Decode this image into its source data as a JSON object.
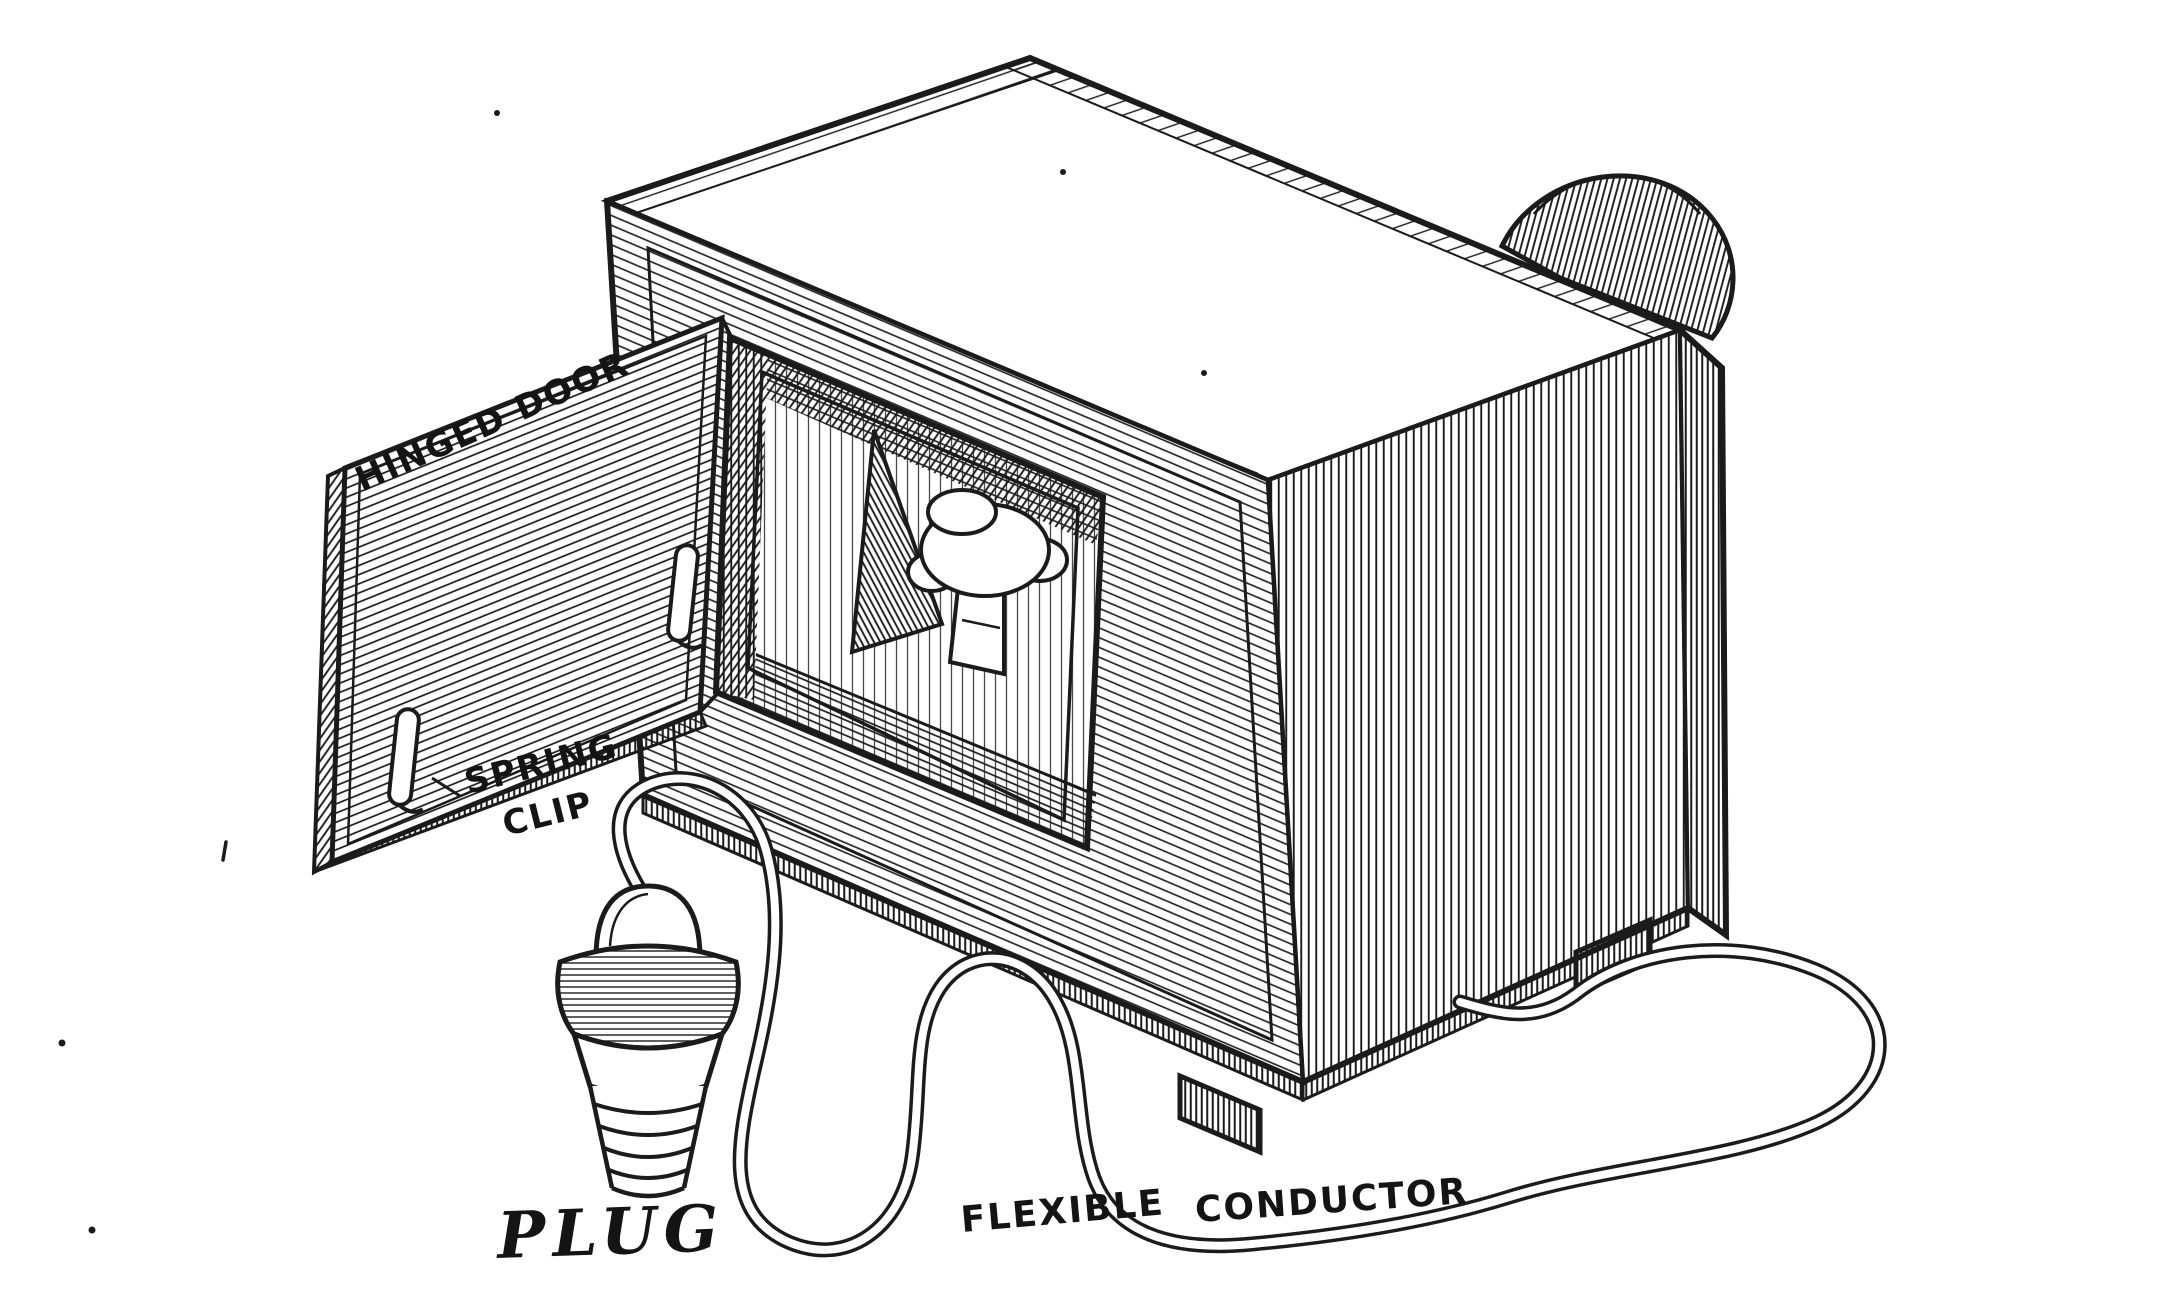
{
  "figure": {
    "background_color": "#ffffff",
    "ink_color": "#1b1b1b",
    "labels": {
      "hinged_door": "HINGED DOOR",
      "spring_clip_line1": "SPRING",
      "spring_clip_line2": "CLIP",
      "plug": "PLUG",
      "flexible_conductor_word1": "FLEXIBLE",
      "flexible_conductor_word2": "CONDUCTOR"
    }
  }
}
